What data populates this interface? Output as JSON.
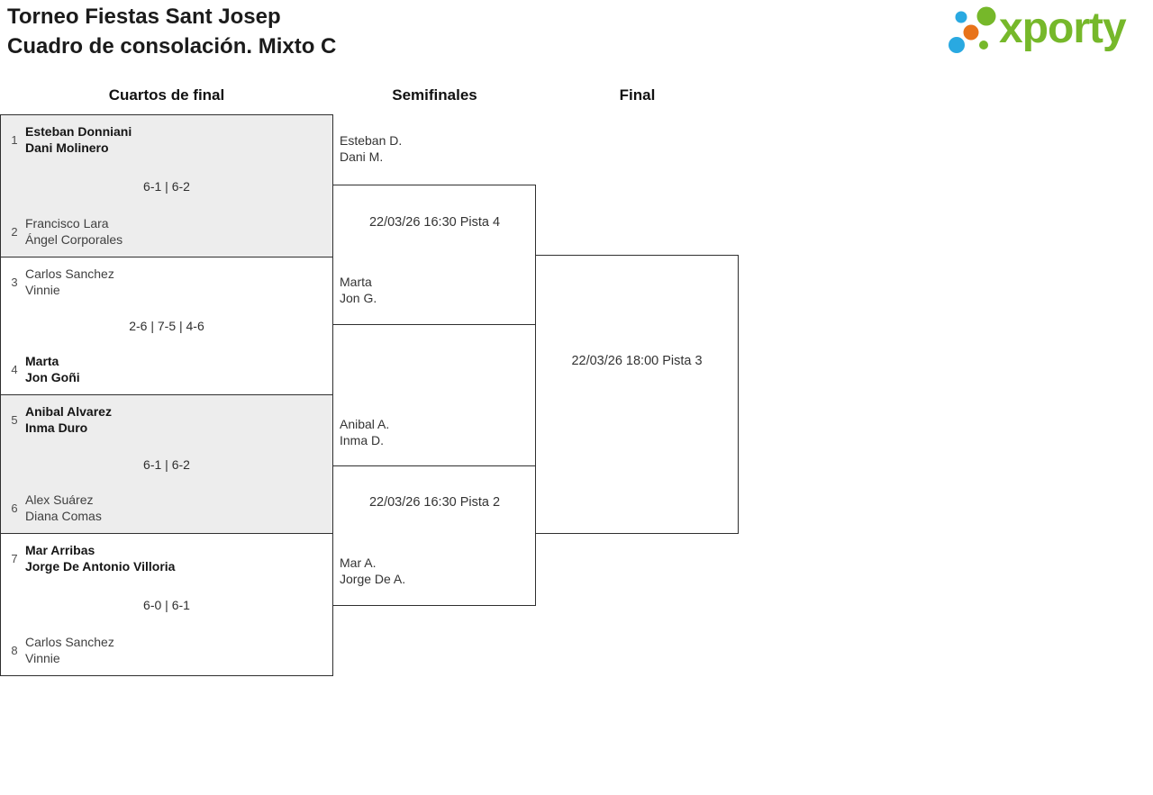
{
  "header": {
    "title_line1": "Torneo Fiestas Sant Josep",
    "title_line2": "Cuadro de consolación. Mixto C"
  },
  "logo": {
    "wordmark": "xporty"
  },
  "round_headers": {
    "quarterfinals": "Cuartos de final",
    "semifinals": "Semifinales",
    "final": "Final"
  },
  "quarterfinals": [
    {
      "seed_top": "1",
      "team_top": [
        "Esteban Donniani",
        "Dani Molinero"
      ],
      "score": "6-1 | 6-2",
      "seed_bottom": "2",
      "team_bottom": [
        "Francisco Lara",
        "Ángel Corporales"
      ],
      "winner": "top"
    },
    {
      "seed_top": "3",
      "team_top": [
        "Carlos Sanchez",
        "Vinnie"
      ],
      "score": "2-6 | 7-5 | 4-6",
      "seed_bottom": "4",
      "team_bottom": [
        "Marta",
        "Jon Goñi"
      ],
      "winner": "bottom"
    },
    {
      "seed_top": "5",
      "team_top": [
        "Anibal Alvarez",
        "Inma Duro"
      ],
      "score": "6-1 | 6-2",
      "seed_bottom": "6",
      "team_bottom": [
        "Alex Suárez",
        "Diana Comas"
      ],
      "winner": "top"
    },
    {
      "seed_top": "7",
      "team_top": [
        "Mar Arribas",
        "Jorge De Antonio Villoria"
      ],
      "score": "6-0 | 6-1",
      "seed_bottom": "8",
      "team_bottom": [
        "Carlos Sanchez",
        "Vinnie"
      ],
      "winner": "top"
    }
  ],
  "semifinals": [
    {
      "team_top": [
        "Esteban D.",
        "Dani M."
      ],
      "schedule": "22/03/26 16:30 Pista 4",
      "team_bottom": [
        "Marta",
        "Jon G."
      ]
    },
    {
      "team_top": [
        "Anibal A.",
        "Inma D."
      ],
      "schedule": "22/03/26 16:30 Pista 2",
      "team_bottom": [
        "Mar A.",
        "Jorge De A."
      ]
    }
  ],
  "final": {
    "schedule": "22/03/26 18:00 Pista 3"
  },
  "colors": {
    "logo_green": "#76b82a",
    "logo_blue": "#29a9e1",
    "logo_orange": "#e8731a",
    "box_grey": "#ededed",
    "border": "#2f2f2f"
  }
}
